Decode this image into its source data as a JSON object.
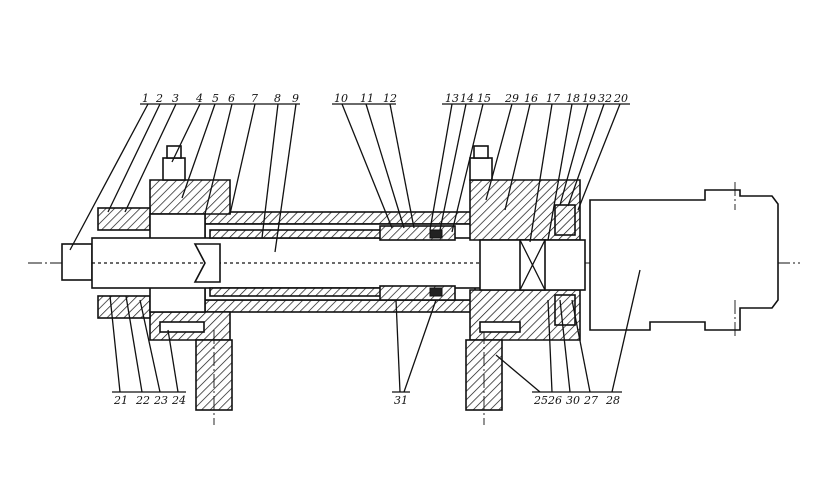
{
  "callouts_top": [
    "1",
    "2",
    "3",
    "4",
    "5",
    "6",
    "7",
    "8",
    "9",
    "10",
    "11",
    "12",
    "13",
    "14",
    "15",
    "29",
    "16",
    "17",
    "18",
    "19",
    "32",
    "20"
  ],
  "callouts_bottom": [
    "21",
    "22",
    "23",
    "24",
    "31",
    "25",
    "26",
    "30",
    "27",
    "28"
  ],
  "colors": {
    "ink": "#111111",
    "paper": "#ffffff"
  }
}
